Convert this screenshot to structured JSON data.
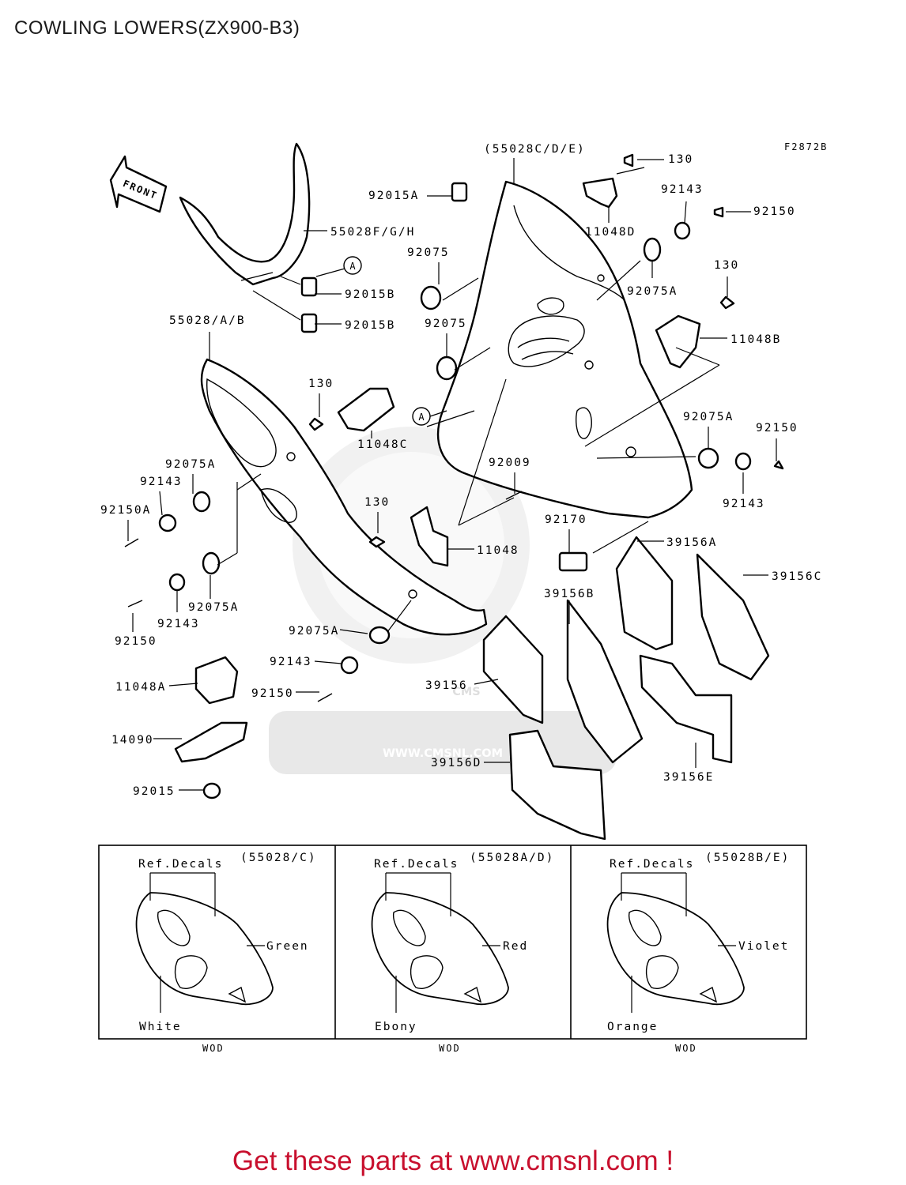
{
  "title": "COWLING LOWERS(ZX900-B3)",
  "figure_code": "F2872B",
  "front_arrow": "FRONT",
  "watermark": {
    "brand": "CMS",
    "url": "WWW.CMSNL.COM"
  },
  "callouts": {
    "p55028cde": "(55028C/D/E)",
    "p130a": "130",
    "p92015A": "92015A",
    "p92143a": "92143",
    "p92150a": "92150",
    "p55028fgh": "55028F/G/H",
    "p11048D": "11048D",
    "circleA1": "A",
    "p92075a": "92075",
    "p92015B1": "92015B",
    "p92075A1": "92075A",
    "p130b": "130",
    "p92015B2": "92015B",
    "p92075b": "92075",
    "p11048B": "11048B",
    "p55028ab": "55028/A/B",
    "p130c": "130",
    "circleA2": "A",
    "p11048C": "11048C",
    "p92075A2": "92075A",
    "p92150b": "92150",
    "p92075A3": "92075A",
    "p92009": "92009",
    "p92143b": "92143",
    "p92143c": "92143",
    "p92150A": "92150A",
    "p130d": "130",
    "p92170": "92170",
    "p39156A": "39156A",
    "p11048": "11048",
    "p39156C": "39156C",
    "p39156B": "39156B",
    "p92075A4": "92075A",
    "p92143d": "92143",
    "p92150c": "92150",
    "p92075A5": "92075A",
    "p92143e": "92143",
    "p39156": "39156",
    "p92150d": "92150",
    "p11048A": "11048A",
    "p14090": "14090",
    "p39156D": "39156D",
    "p39156E": "39156E",
    "p92015": "92015"
  },
  "decal_panels": [
    {
      "ref": "Ref.Decals",
      "code": "(55028/C)",
      "color_top": "Green",
      "color_bottom": "White",
      "footer": "WOD"
    },
    {
      "ref": "Ref.Decals",
      "code": "(55028A/D)",
      "color_top": "Red",
      "color_bottom": "Ebony",
      "footer": "WOD"
    },
    {
      "ref": "Ref.Decals",
      "code": "(55028B/E)",
      "color_top": "Violet",
      "color_bottom": "Orange",
      "footer": "WOD"
    }
  ],
  "footer_cta": "Get these parts at www.cmsnl.com !",
  "colors": {
    "cta": "#c8102e",
    "line": "#000000",
    "watermark": "#d8d8d8"
  }
}
